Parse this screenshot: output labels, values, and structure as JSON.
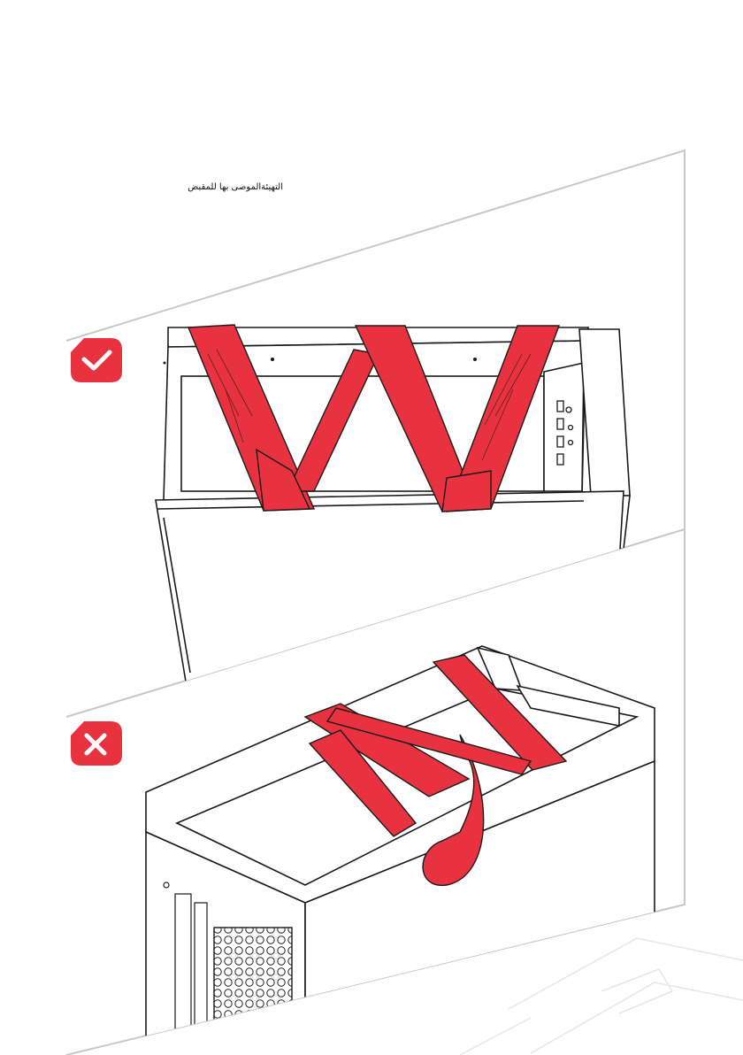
{
  "caption": "التهيئةالموصى بها للمقبض",
  "panels": [
    {
      "status": "correct",
      "icon": "checkmark-icon",
      "badge_color": "#e8323f"
    },
    {
      "status": "incorrect",
      "icon": "cross-icon",
      "badge_color": "#e8323f"
    }
  ],
  "strap_color": "#e8323f",
  "frame_color": "#c8c8c8"
}
